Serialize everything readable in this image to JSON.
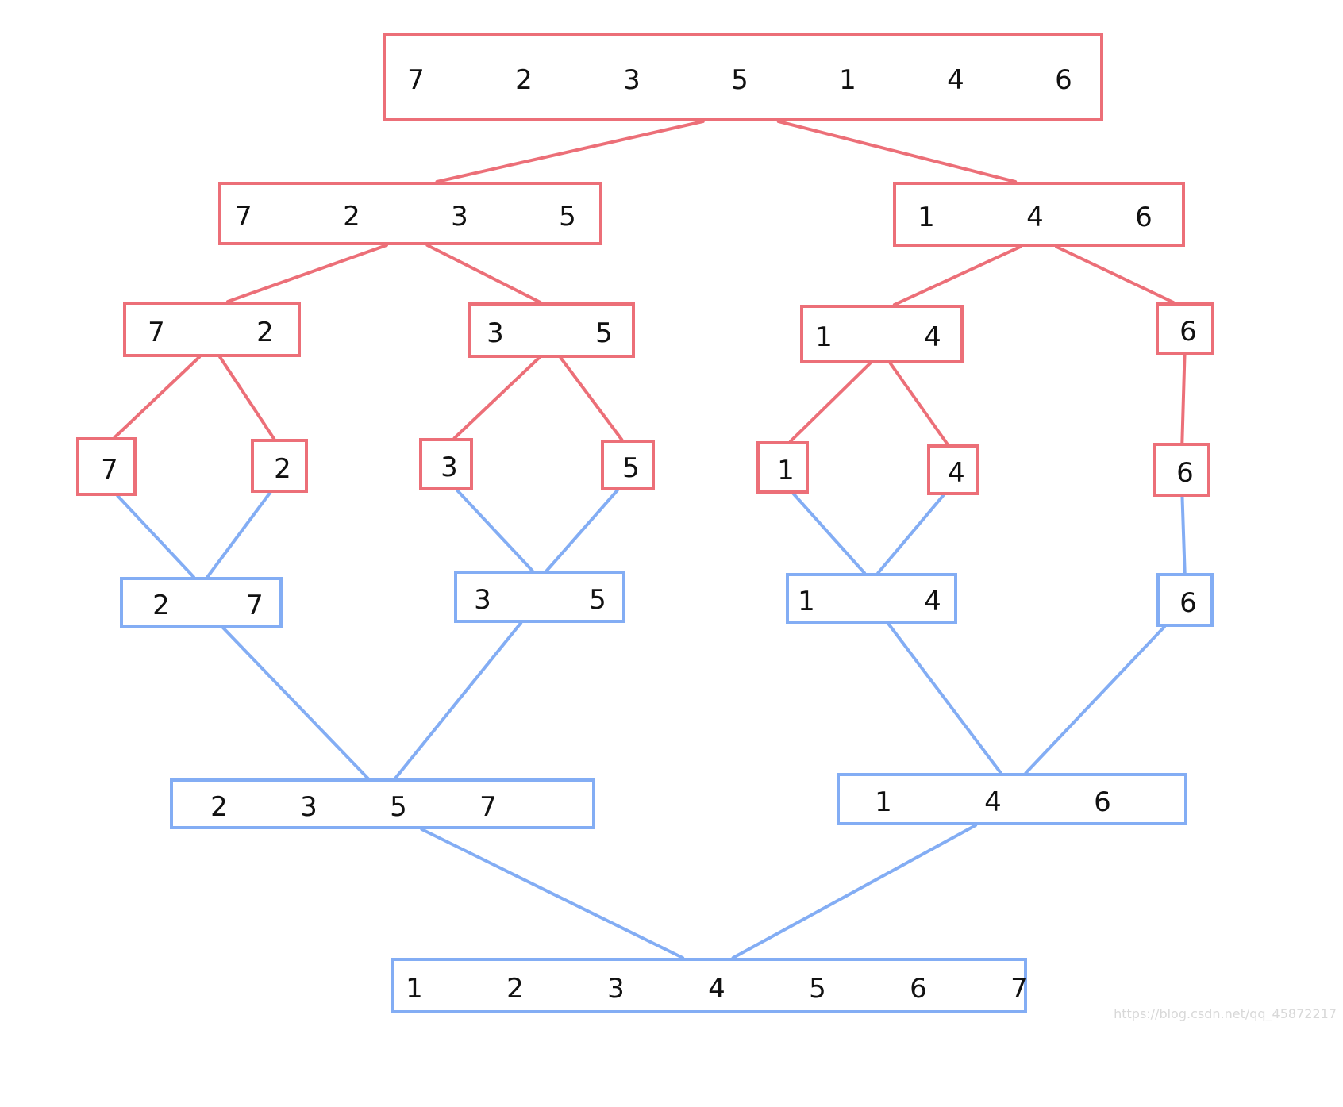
{
  "colors": {
    "split": "#ec6f78",
    "merge": "#83adf4"
  },
  "nodes": [
    {
      "id": "s0",
      "phase": "split",
      "values": [
        "7",
        "2",
        "3",
        "5",
        "1",
        "4",
        "6"
      ]
    },
    {
      "id": "s1a",
      "phase": "split",
      "values": [
        "7",
        "2",
        "3",
        "5"
      ]
    },
    {
      "id": "s1b",
      "phase": "split",
      "values": [
        "1",
        "4",
        "6"
      ]
    },
    {
      "id": "s2a",
      "phase": "split",
      "values": [
        "7",
        "2"
      ]
    },
    {
      "id": "s2b",
      "phase": "split",
      "values": [
        "3",
        "5"
      ]
    },
    {
      "id": "s2c",
      "phase": "split",
      "values": [
        "1",
        "4"
      ]
    },
    {
      "id": "s2d",
      "phase": "split",
      "values": [
        "6"
      ]
    },
    {
      "id": "s3a",
      "phase": "split",
      "values": [
        "7"
      ]
    },
    {
      "id": "s3b",
      "phase": "split",
      "values": [
        "2"
      ]
    },
    {
      "id": "s3c",
      "phase": "split",
      "values": [
        "3"
      ]
    },
    {
      "id": "s3d",
      "phase": "split",
      "values": [
        "5"
      ]
    },
    {
      "id": "s3e",
      "phase": "split",
      "values": [
        "1"
      ]
    },
    {
      "id": "s3f",
      "phase": "split",
      "values": [
        "4"
      ]
    },
    {
      "id": "s3g",
      "phase": "split",
      "values": [
        "6"
      ]
    },
    {
      "id": "m1a",
      "phase": "merge",
      "values": [
        "2",
        "7"
      ]
    },
    {
      "id": "m1b",
      "phase": "merge",
      "values": [
        "3",
        "5"
      ]
    },
    {
      "id": "m1c",
      "phase": "merge",
      "values": [
        "1",
        "4"
      ]
    },
    {
      "id": "m1d",
      "phase": "merge",
      "values": [
        "6"
      ]
    },
    {
      "id": "m2a",
      "phase": "merge",
      "values": [
        "2",
        "3",
        "5",
        "7"
      ]
    },
    {
      "id": "m2b",
      "phase": "merge",
      "values": [
        "1",
        "4",
        "6"
      ]
    },
    {
      "id": "m3",
      "phase": "merge",
      "values": [
        "1",
        "2",
        "3",
        "4",
        "5",
        "6",
        "7"
      ]
    }
  ],
  "edges": [
    {
      "from": "s0",
      "to": "s1a",
      "phase": "split"
    },
    {
      "from": "s0",
      "to": "s1b",
      "phase": "split"
    },
    {
      "from": "s1a",
      "to": "s2a",
      "phase": "split"
    },
    {
      "from": "s1a",
      "to": "s2b",
      "phase": "split"
    },
    {
      "from": "s1b",
      "to": "s2c",
      "phase": "split"
    },
    {
      "from": "s1b",
      "to": "s2d",
      "phase": "split"
    },
    {
      "from": "s2a",
      "to": "s3a",
      "phase": "split"
    },
    {
      "from": "s2a",
      "to": "s3b",
      "phase": "split"
    },
    {
      "from": "s2b",
      "to": "s3c",
      "phase": "split"
    },
    {
      "from": "s2b",
      "to": "s3d",
      "phase": "split"
    },
    {
      "from": "s2c",
      "to": "s3e",
      "phase": "split"
    },
    {
      "from": "s2c",
      "to": "s3f",
      "phase": "split"
    },
    {
      "from": "s2d",
      "to": "s3g",
      "phase": "split"
    },
    {
      "from": "s3a",
      "to": "m1a",
      "phase": "merge"
    },
    {
      "from": "s3b",
      "to": "m1a",
      "phase": "merge"
    },
    {
      "from": "s3c",
      "to": "m1b",
      "phase": "merge"
    },
    {
      "from": "s3d",
      "to": "m1b",
      "phase": "merge"
    },
    {
      "from": "s3e",
      "to": "m1c",
      "phase": "merge"
    },
    {
      "from": "s3f",
      "to": "m1c",
      "phase": "merge"
    },
    {
      "from": "s3g",
      "to": "m1d",
      "phase": "merge"
    },
    {
      "from": "m1a",
      "to": "m2a",
      "phase": "merge"
    },
    {
      "from": "m1b",
      "to": "m2a",
      "phase": "merge"
    },
    {
      "from": "m1c",
      "to": "m2b",
      "phase": "merge"
    },
    {
      "from": "m1d",
      "to": "m2b",
      "phase": "merge"
    },
    {
      "from": "m2a",
      "to": "m3",
      "phase": "merge"
    },
    {
      "from": "m2b",
      "to": "m3",
      "phase": "merge"
    }
  ],
  "watermark": "https://blog.csdn.net/qq_45872217"
}
